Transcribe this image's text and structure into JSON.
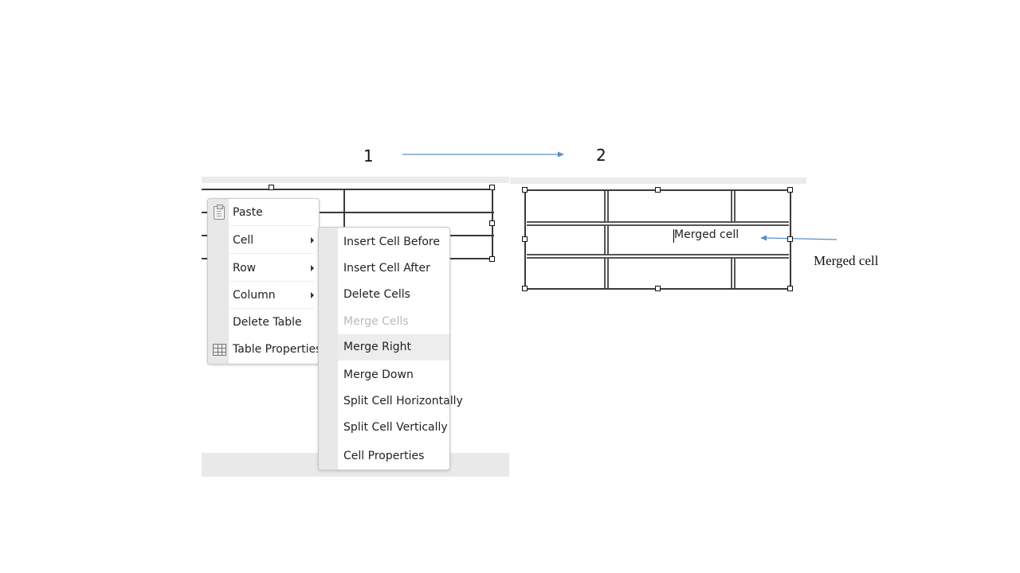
{
  "steps": {
    "first": "1",
    "second": "2"
  },
  "context_menu": {
    "items": [
      {
        "label": "Paste",
        "icon": "paste-icon",
        "has_submenu": false
      },
      {
        "label": "Cell",
        "has_submenu": true
      },
      {
        "label": "Row",
        "has_submenu": true
      },
      {
        "label": "Column",
        "has_submenu": true
      },
      {
        "label": "Delete Table",
        "has_submenu": false
      },
      {
        "label": "Table Properties",
        "icon": "table-icon",
        "has_submenu": false
      }
    ]
  },
  "cell_submenu": {
    "items": [
      {
        "label": "Insert Cell Before",
        "state": "enabled"
      },
      {
        "label": "Insert Cell After",
        "state": "enabled"
      },
      {
        "label": "Delete Cells",
        "state": "enabled"
      },
      {
        "label": "Merge Cells",
        "state": "disabled"
      },
      {
        "label": "Merge Right",
        "state": "hovered"
      },
      {
        "label": "Merge Down",
        "state": "enabled"
      },
      {
        "label": "Split Cell Horizontally",
        "state": "enabled"
      },
      {
        "label": "Split Cell Vertically",
        "state": "enabled"
      },
      {
        "label": "Cell Properties",
        "state": "enabled"
      }
    ]
  },
  "result_table": {
    "merged_cell_text": "Merged cell"
  },
  "annotation": {
    "label": "Merged cell"
  },
  "colors": {
    "arrow": "#5b8fc7",
    "menu_gutter": "#e8e8e8",
    "disabled_text": "#b9b9b9"
  }
}
